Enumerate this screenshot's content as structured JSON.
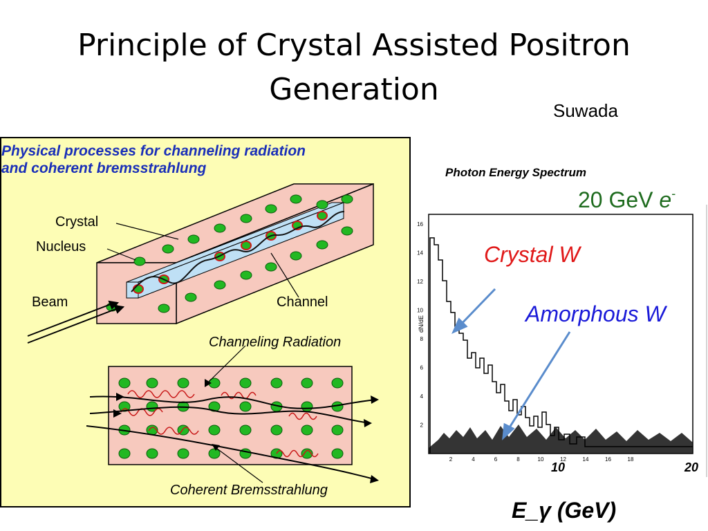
{
  "slide": {
    "title": "Principle of Crystal Assisted Positron Generation",
    "author": "Suwada"
  },
  "figure": {
    "heading_line1": "Physical processes for channeling radiation",
    "heading_line2": "and coherent bremsstrahlung",
    "label_crystal": "Crystal",
    "label_nucleus": "Nucleus",
    "label_beam": "Beam",
    "label_channel": "Channel",
    "label_channeling_radiation": "Channeling Radiation",
    "label_coherent_bremsstrahlung": "Coherent Bremsstrahlung"
  },
  "spectrum": {
    "title": "Photon Energy Spectrum",
    "beam_energy": "20 GeV ",
    "beam_particle": "e",
    "beam_charge": "-",
    "label_crystal": "Crystal W",
    "label_amorphous": "Amorphous W",
    "xlabel": "E_γ (GeV)",
    "ylabel": "dN/dE",
    "xtick_10": "10",
    "xtick_20": "20",
    "xticks": [
      "2",
      "4",
      "6",
      "8",
      "10",
      "12",
      "14",
      "16",
      "18"
    ],
    "yticks": [
      "2",
      "4",
      "6",
      "8",
      "10",
      "12",
      "14",
      "16"
    ]
  },
  "colors": {
    "heading": "#1a2fb8",
    "figure_bg": "#fdfdb5",
    "crystal_fill": "#f7c9be",
    "channel_fill": "#bfe0f5",
    "nucleus": "#22b822",
    "radiation": "#c81818",
    "beam_energy": "#1e6b1e",
    "crystal_w": "#e01818",
    "amorphous_w": "#1a1ad8",
    "arrow": "#5a8ccc"
  }
}
